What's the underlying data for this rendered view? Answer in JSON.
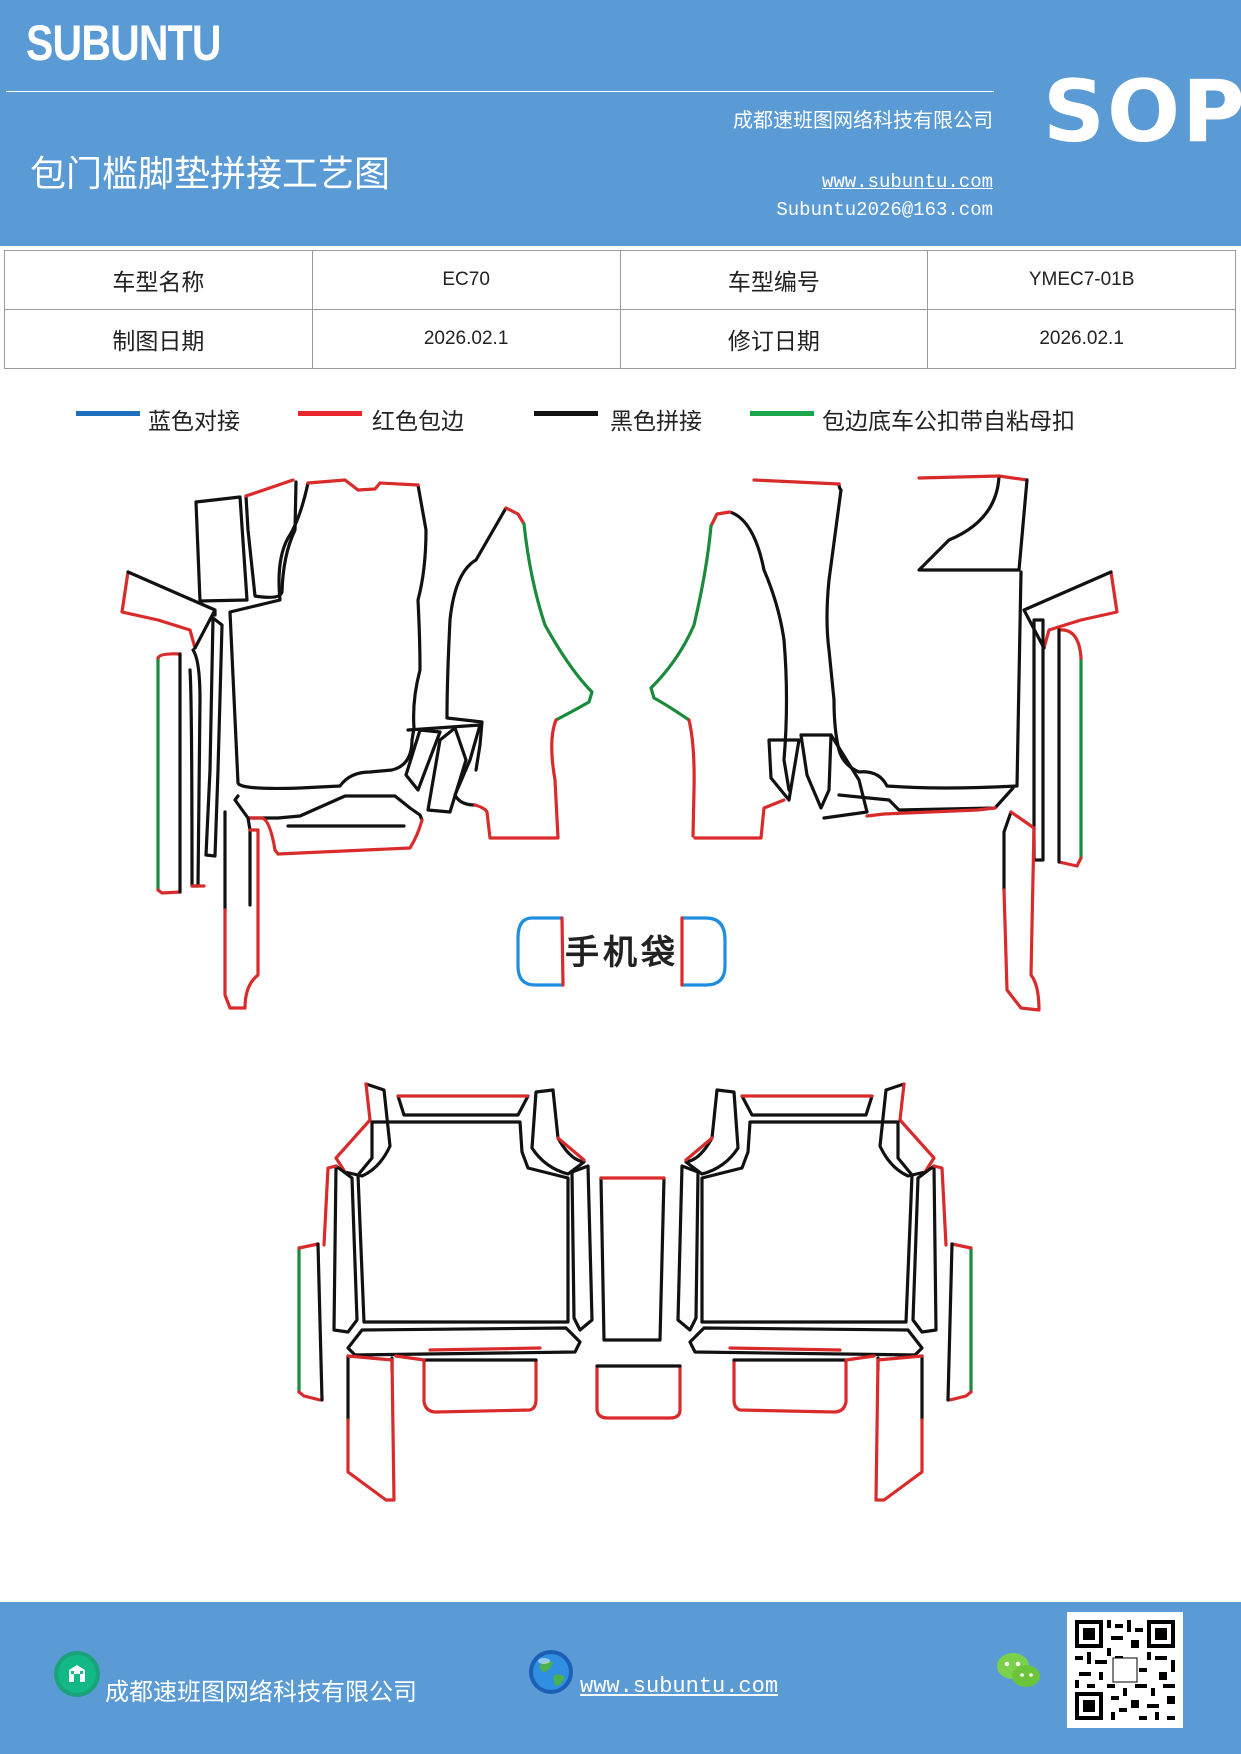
{
  "header": {
    "brand": "SUBUNTU",
    "company": "成都速班图网络科技有限公司",
    "title": "包门槛脚垫拼接工艺图",
    "website": "www.subuntu.com",
    "email": "Subuntu2026@163.com",
    "badge": "SOP"
  },
  "info_table": {
    "rows": [
      {
        "label1": "车型名称",
        "value1": "EC70",
        "label2": "车型编号",
        "value2": "YMEC7-01B"
      },
      {
        "label1": "制图日期",
        "value1": "2026.02.1",
        "label2": "修订日期",
        "value2": "2026.02.1"
      }
    ]
  },
  "legend": [
    {
      "label": "蓝色对接",
      "color": "#1f6fbf"
    },
    {
      "label": "红色包边",
      "color": "#e8262b"
    },
    {
      "label": "黑色拼接",
      "color": "#111111"
    },
    {
      "label": "包边底车公扣带自粘母扣",
      "color": "#1aa64a"
    }
  ],
  "diagram": {
    "pocket_label": "手机袋"
  },
  "footer": {
    "company": "成都速班图网络科技有限公司",
    "website": "www.subuntu.com"
  },
  "colors": {
    "header_bg": "#5b9bd5",
    "blue": "#1f8ee0",
    "red": "#d92b2b",
    "black": "#111111",
    "green": "#1a8a3c"
  },
  "icons": [
    "building-icon",
    "globe-icon",
    "wechat-icon",
    "qr-code"
  ]
}
